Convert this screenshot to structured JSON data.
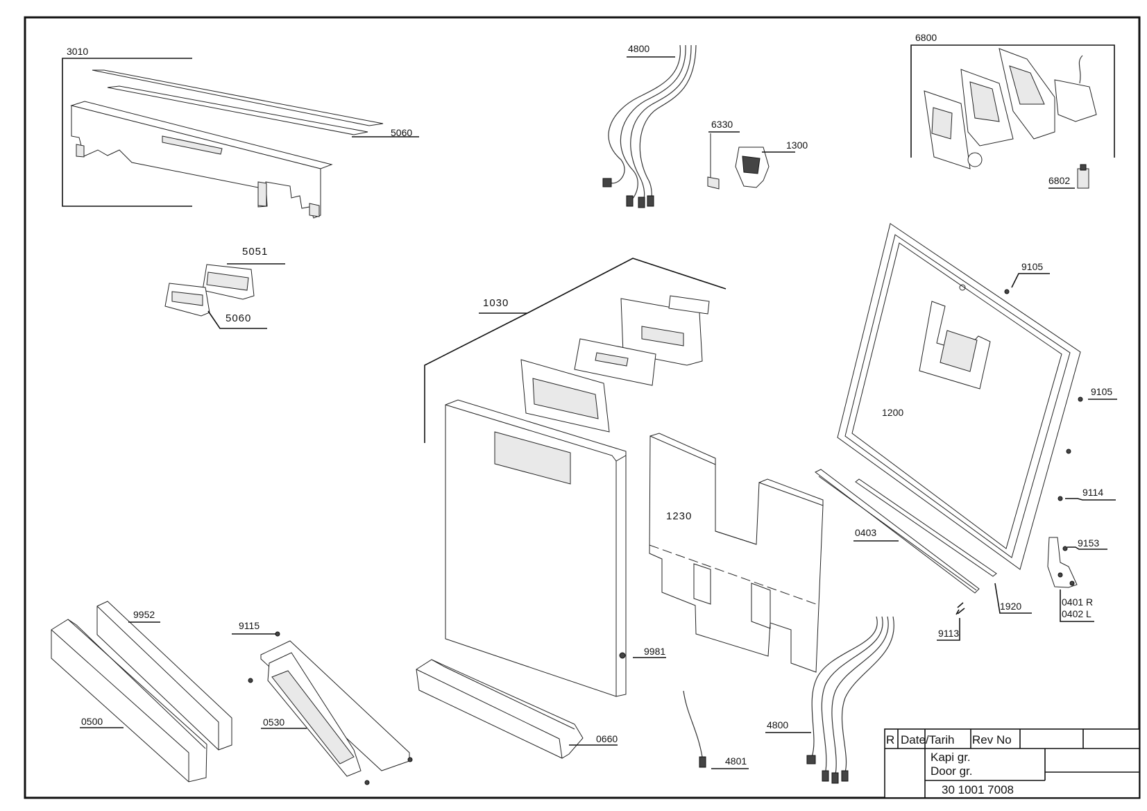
{
  "drawing": {
    "labels": {
      "p3010": "3010",
      "p5060_top": "5060",
      "p5051": "5051",
      "p5060_mid": "5060",
      "p1030": "1030",
      "p4800_top": "4800",
      "p6330": "6330",
      "p1300": "1300",
      "p6800": "6800",
      "p6802": "6802",
      "p9105_a": "9105",
      "p9105_b": "9105",
      "p1200": "1200",
      "p1230": "1230",
      "p0403": "0403",
      "p9114": "9114",
      "p9153": "9153",
      "p0401": "0401 R",
      "p0402": "0402 L",
      "p1920": "1920",
      "p9113": "9113",
      "p9952": "9952",
      "p0500": "0500",
      "p9115": "9115",
      "p0530": "0530",
      "p0660": "0660",
      "p9981": "9981",
      "p4801": "4801",
      "p4800_bottom": "4800"
    }
  },
  "title_block": {
    "rev_marker": "R",
    "date_header": "Date/Tarih",
    "rev_header": "Rev No",
    "title_line1": "Kapi gr.",
    "title_line2": "Door gr.",
    "drawing_number": "30 1001 7008"
  }
}
